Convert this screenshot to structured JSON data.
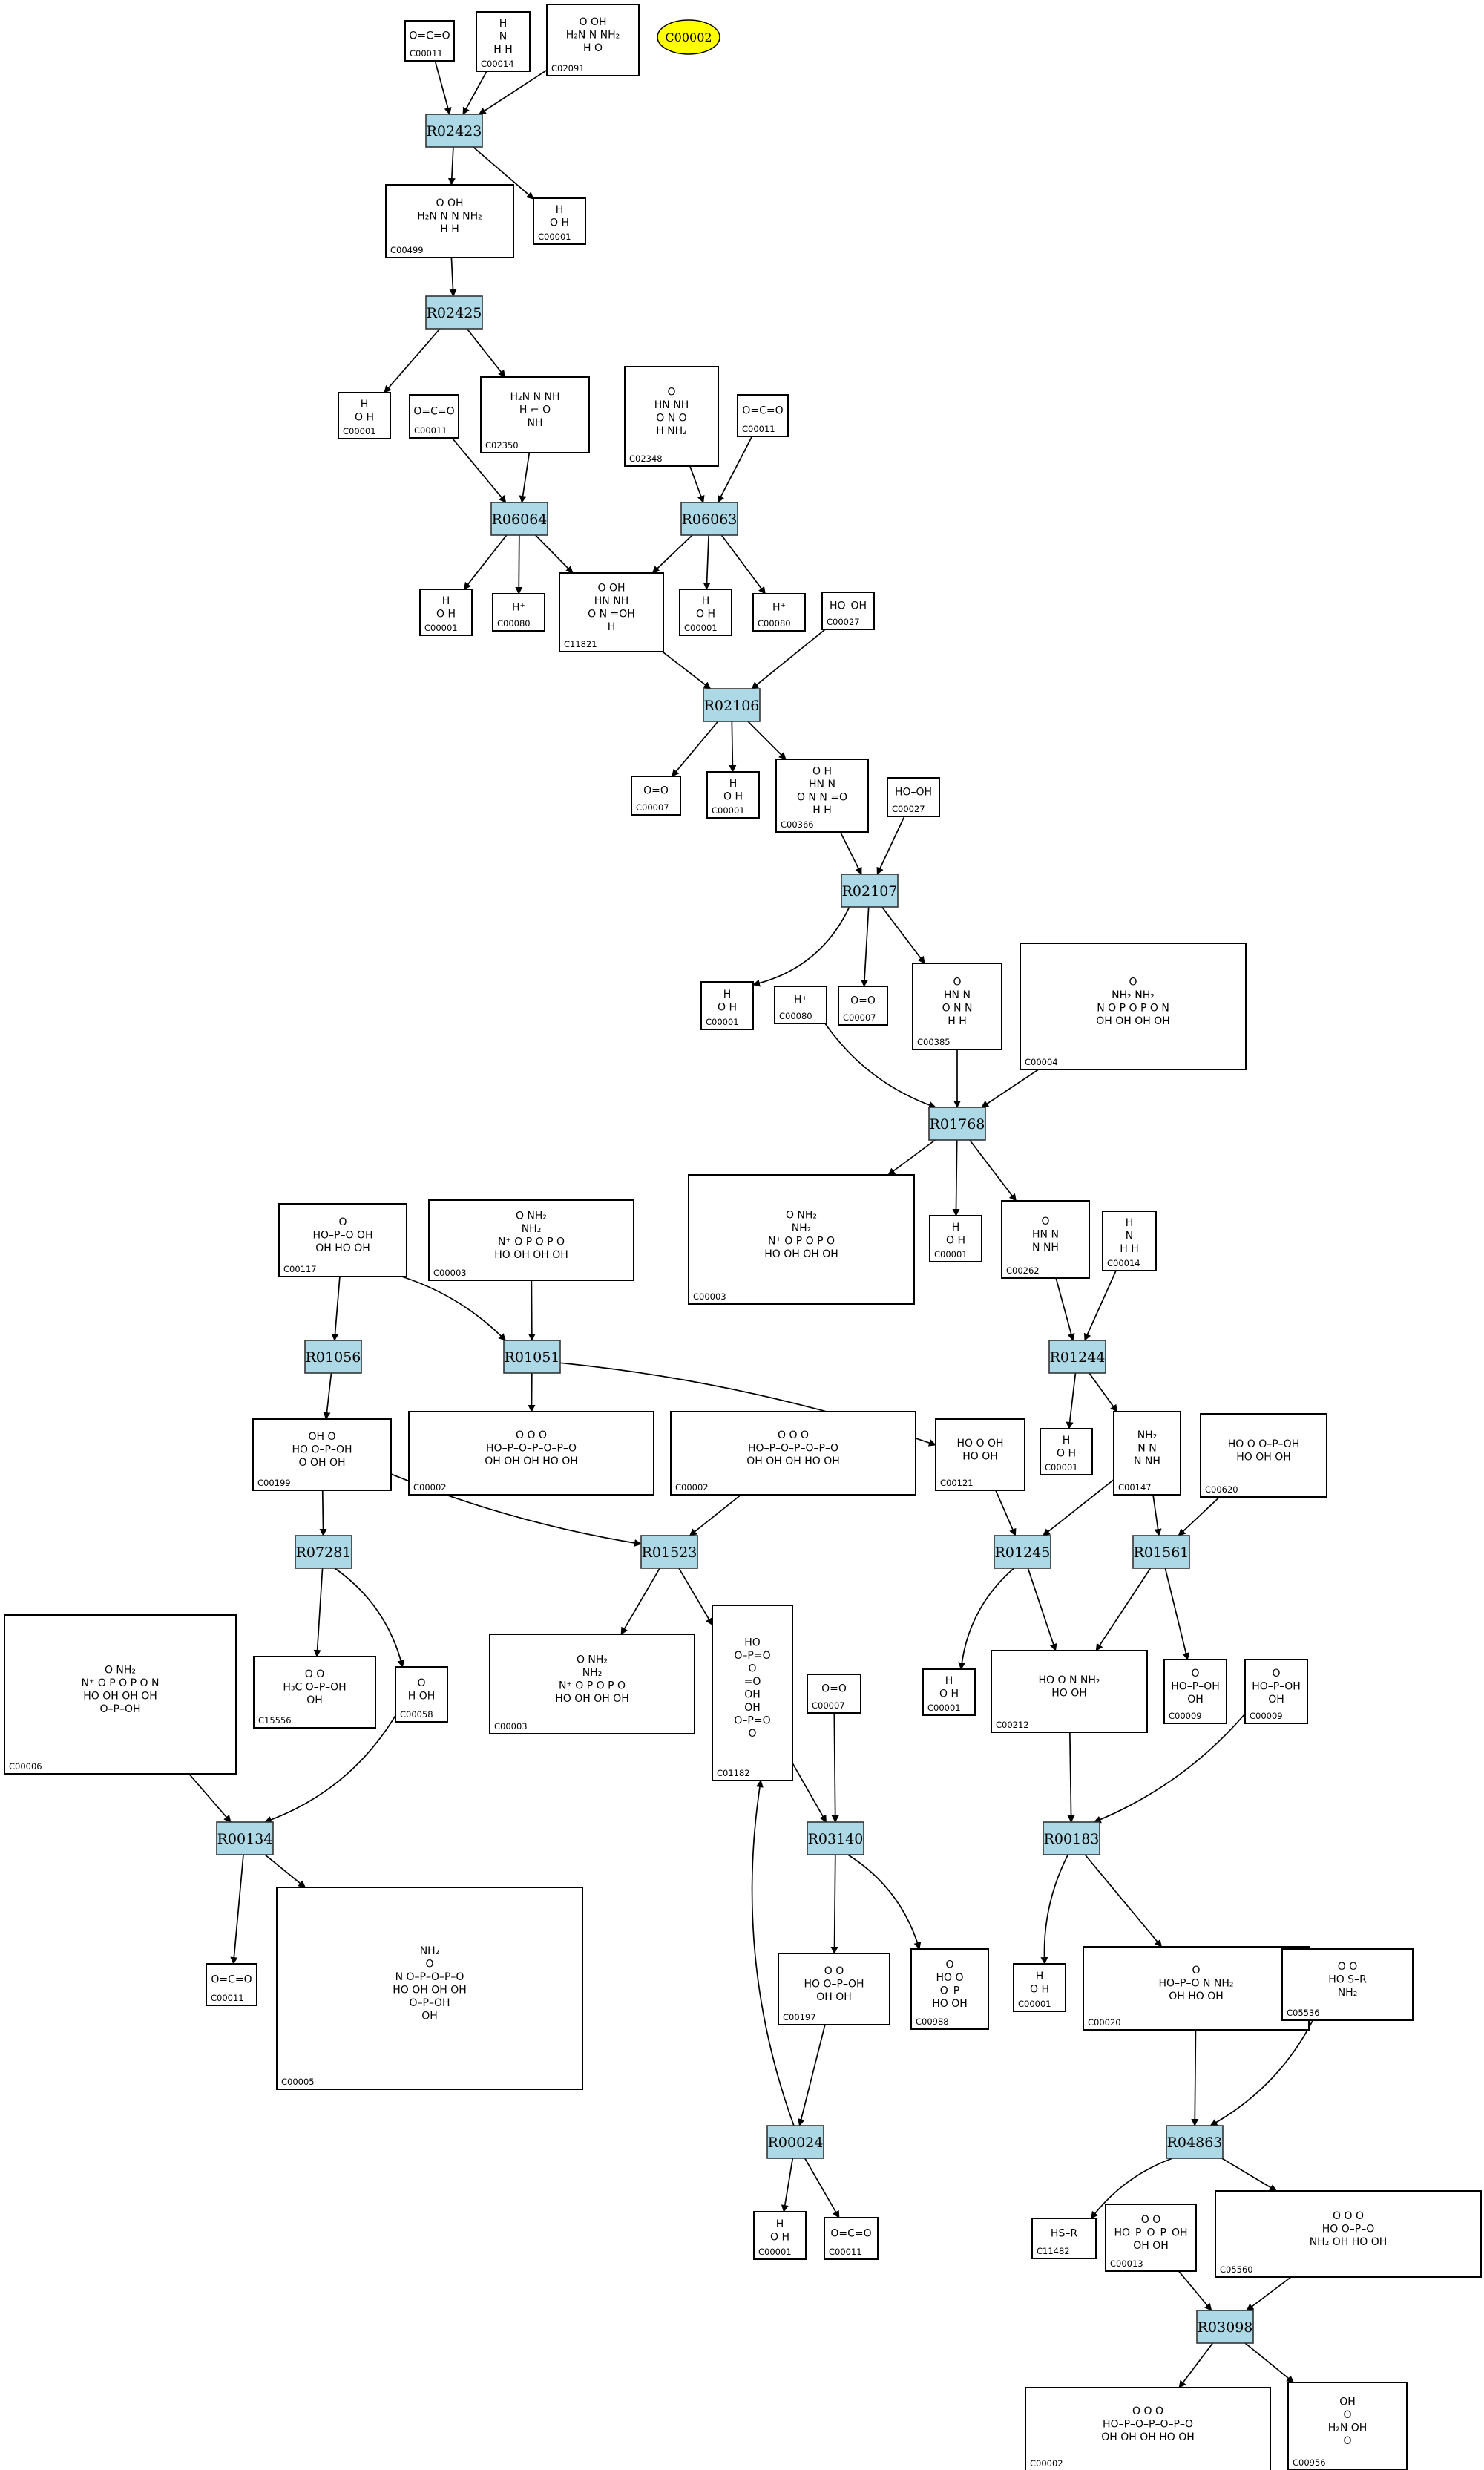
{
  "highlight": {
    "label": "C00002",
    "color": "#ffff00"
  },
  "colors": {
    "reaction_fill": "#add8e6",
    "compound_border": "#000000",
    "edge": "#000000"
  },
  "reactions": [
    {
      "id": "R02423",
      "label": "R02423"
    },
    {
      "id": "R02425",
      "label": "R02425"
    },
    {
      "id": "R06064",
      "label": "R06064"
    },
    {
      "id": "R06063",
      "label": "R06063"
    },
    {
      "id": "R02106",
      "label": "R02106"
    },
    {
      "id": "R02107",
      "label": "R02107"
    },
    {
      "id": "R01768",
      "label": "R01768"
    },
    {
      "id": "R01056",
      "label": "R01056"
    },
    {
      "id": "R01051",
      "label": "R01051"
    },
    {
      "id": "R01244",
      "label": "R01244"
    },
    {
      "id": "R07281",
      "label": "R07281"
    },
    {
      "id": "R01523",
      "label": "R01523"
    },
    {
      "id": "R01245",
      "label": "R01245"
    },
    {
      "id": "R01561",
      "label": "R01561"
    },
    {
      "id": "R00134",
      "label": "R00134"
    },
    {
      "id": "R03140",
      "label": "R03140"
    },
    {
      "id": "R00183",
      "label": "R00183"
    },
    {
      "id": "R00024",
      "label": "R00024"
    },
    {
      "id": "R04863",
      "label": "R04863"
    },
    {
      "id": "R03098",
      "label": "R03098"
    }
  ],
  "compounds": [
    {
      "key": "C00011_a",
      "label": "C00011",
      "mol": "CO2"
    },
    {
      "key": "C00014_a",
      "label": "C00014",
      "mol": "NH3"
    },
    {
      "key": "C02091",
      "label": "C02091",
      "mol": "ureidoglycine"
    },
    {
      "key": "C00499",
      "label": "C00499",
      "mol": "allantoate"
    },
    {
      "key": "C00001_a",
      "label": "C00001",
      "mol": "H2O"
    },
    {
      "key": "C00001_b",
      "label": "C00001",
      "mol": "H2O"
    },
    {
      "key": "C00011_b",
      "label": "C00011",
      "mol": "CO2"
    },
    {
      "key": "C02350",
      "label": "C02350",
      "mol": "allantoin"
    },
    {
      "key": "C02348",
      "label": "C02348",
      "mol": "OHCU"
    },
    {
      "key": "C00011_c",
      "label": "C00011",
      "mol": "CO2"
    },
    {
      "key": "C00001_c",
      "label": "C00001",
      "mol": "H2O"
    },
    {
      "key": "C00080_a",
      "label": "C00080",
      "mol": "H+"
    },
    {
      "key": "C11821",
      "label": "C11821",
      "mol": "hydroxyisourate"
    },
    {
      "key": "C00001_d",
      "label": "C00001",
      "mol": "H2O"
    },
    {
      "key": "C00080_b",
      "label": "C00080",
      "mol": "H+"
    },
    {
      "key": "C00027_a",
      "label": "C00027",
      "mol": "H2O2"
    },
    {
      "key": "C00007_a",
      "label": "C00007",
      "mol": "O2"
    },
    {
      "key": "C00001_e",
      "label": "C00001",
      "mol": "H2O"
    },
    {
      "key": "C00366",
      "label": "C00366",
      "mol": "urate"
    },
    {
      "key": "C00027_b",
      "label": "C00027",
      "mol": "H2O2"
    },
    {
      "key": "C00001_f",
      "label": "C00001",
      "mol": "H2O"
    },
    {
      "key": "C00080_c",
      "label": "C00080",
      "mol": "H+"
    },
    {
      "key": "C00007_b",
      "label": "C00007",
      "mol": "O2"
    },
    {
      "key": "C00385",
      "label": "C00385",
      "mol": "xanthine"
    },
    {
      "key": "C00004",
      "label": "C00004",
      "mol": "NADH"
    },
    {
      "key": "C00117",
      "label": "C00117",
      "mol": "ribose-5-phosphate"
    },
    {
      "key": "C00003_a",
      "label": "C00003",
      "mol": "NAD"
    },
    {
      "key": "C00003_b",
      "label": "C00003",
      "mol": "NAD"
    },
    {
      "key": "C00001_g",
      "label": "C00001",
      "mol": "H2O"
    },
    {
      "key": "C00262",
      "label": "C00262",
      "mol": "hypoxanthine"
    },
    {
      "key": "C00014_b",
      "label": "C00014",
      "mol": "NH3"
    },
    {
      "key": "C00199",
      "label": "C00199",
      "mol": "ribulose-5-phosphate"
    },
    {
      "key": "C00002_a",
      "label": "C00002",
      "mol": "ATP"
    },
    {
      "key": "C00002_b",
      "label": "C00002",
      "mol": "ATP"
    },
    {
      "key": "C00121",
      "label": "C00121",
      "mol": "ribose"
    },
    {
      "key": "C00001_h",
      "label": "C00001",
      "mol": "H2O"
    },
    {
      "key": "C00147",
      "label": "C00147",
      "mol": "adenine"
    },
    {
      "key": "C00620",
      "label": "C00620",
      "mol": "ribose-1-phosphate"
    },
    {
      "key": "C00006",
      "label": "C00006",
      "mol": "NADP"
    },
    {
      "key": "C15556",
      "label": "C15556",
      "mol": "ketophosphate"
    },
    {
      "key": "C00058",
      "label": "C00058",
      "mol": "formate"
    },
    {
      "key": "C00003_c",
      "label": "C00003",
      "mol": "NAD"
    },
    {
      "key": "C01182",
      "label": "C01182",
      "mol": "ribulose-bisphosphate"
    },
    {
      "key": "C00007_c",
      "label": "C00007",
      "mol": "O2"
    },
    {
      "key": "C00001_i",
      "label": "C00001",
      "mol": "H2O"
    },
    {
      "key": "C00212",
      "label": "C00212",
      "mol": "adenosine"
    },
    {
      "key": "C00009_a",
      "label": "C00009",
      "mol": "phosphate"
    },
    {
      "key": "C00009_b",
      "label": "C00009",
      "mol": "phosphate"
    },
    {
      "key": "C00011_d",
      "label": "C00011",
      "mol": "CO2"
    },
    {
      "key": "C00005",
      "label": "C00005",
      "mol": "NADPH"
    },
    {
      "key": "C00197",
      "label": "C00197",
      "mol": "3-phosphoglycerate"
    },
    {
      "key": "C00988",
      "label": "C00988",
      "mol": "phosphoglycolate"
    },
    {
      "key": "C00001_j",
      "label": "C00001",
      "mol": "H2O"
    },
    {
      "key": "C00020",
      "label": "C00020",
      "mol": "AMP"
    },
    {
      "key": "C05536",
      "label": "C05536",
      "mol": "acyl-thioester"
    },
    {
      "key": "C00001_k",
      "label": "C00001",
      "mol": "H2O"
    },
    {
      "key": "C00011_e",
      "label": "C00011",
      "mol": "CO2"
    },
    {
      "key": "C11482",
      "label": "C11482",
      "mol": "thiol"
    },
    {
      "key": "C00013",
      "label": "C00013",
      "mol": "diphosphate"
    },
    {
      "key": "C05560",
      "label": "C05560",
      "mol": "acyl-adenylate"
    },
    {
      "key": "C00002_c",
      "label": "C00002",
      "mol": "ATP"
    },
    {
      "key": "C00956",
      "label": "C00956",
      "mol": "aminoadipate"
    }
  ]
}
